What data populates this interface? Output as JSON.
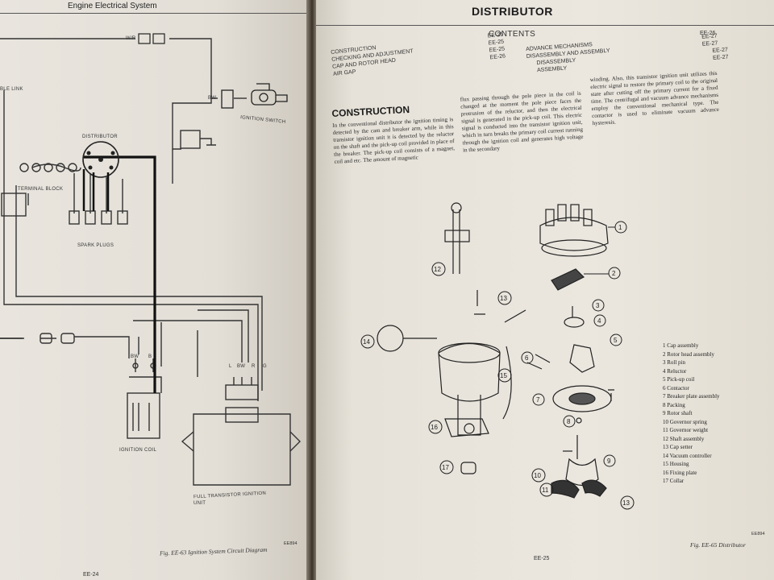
{
  "left_page": {
    "header": "Engine Electrical System",
    "labels": {
      "fusible_link": "BLE LINK",
      "wire_top": "W/R",
      "wire_bw": "BW",
      "distributor": "DISTRIBUTOR",
      "ignition_switch": "IGNITION SWITCH",
      "terminal_block": "TERMINAL BLOCK",
      "spark_plugs": "SPARK PLUGS",
      "ignition_coil": "IGNITION COIL",
      "transistor_unit_line1": "FULL TRANSISTOR IGNITION",
      "transistor_unit_line2": "UNIT",
      "conn_bw": "BW",
      "conn_b": "B",
      "term_l": "L",
      "term_bw": "BW",
      "term_r": "R",
      "term_g": "G"
    },
    "code": "EE894",
    "caption": "Fig. EE-63 Ignition System Circuit Diagram",
    "page_number": "EE-24"
  },
  "right_page": {
    "title": "DISTRIBUTOR",
    "contents_heading": "CONTENTS",
    "contents_page_top": "EE-26",
    "contents_left": [
      {
        "label": "CONSTRUCTION",
        "page": "EE-25"
      },
      {
        "label": "CHECKING AND ADJUSTMENT",
        "page": "EE-25"
      },
      {
        "label": "CAP AND ROTOR HEAD",
        "page": "EE-25"
      },
      {
        "label": "AIR GAP",
        "page": "EE-26"
      }
    ],
    "contents_right": [
      {
        "label": "ADVANCE MECHANISMS",
        "page": "EE-27"
      },
      {
        "label": "DISASSEMBLY AND ASSEMBLY",
        "page": "EE-27"
      },
      {
        "label": "DISASSEMBLY",
        "page": "EE-27"
      },
      {
        "label": "ASSEMBLY",
        "page": "EE-27"
      }
    ],
    "section_heading": "CONSTRUCTION",
    "col1": "In the conventional distributor the ignition timing is detected by the cam and breaker arm, while in this transistor ignition unit it is detected by the reluctor on the shaft and the pick-up coil provided in place of the breaker. The pick-up coil consists of a magnet, coil and etc. The amount of magnetic",
    "col2": "flux passing through the pole piece in the coil is changed at the moment the pole piece faces the protrusion of the reluctor, and then the electrical signal is generated in the pick-up coil. This electric signal is conducted into the transistor ignition unit, which in turn breaks the primary coil current running through the ignition coil and generates high voltage in the secondary",
    "col3": "winding. Also, this transistor ignition unit utilizes this electric signal to restore the primary coil to the original state after cutting off the primary current for a fixed time. The centrifugal and vacuum advance mechanisms employ the conventional mechanical type. The contactor is used to eliminate vacuum advance hysteresis.",
    "callouts": [
      "1",
      "2",
      "3",
      "4",
      "5",
      "6",
      "7",
      "8",
      "9",
      "10",
      "11",
      "12",
      "13",
      "14",
      "15",
      "16",
      "17"
    ],
    "legend": [
      "1  Cap assembly",
      "2  Rotor head assembly",
      "3  Roll pin",
      "4  Reluctor",
      "5  Pick-up coil",
      "6  Contactor",
      "7  Breaker plate assembly",
      "8  Packing",
      "9  Rotor shaft",
      "10  Governor spring",
      "11  Governor weight",
      "12  Shaft assembly",
      "13  Cap setter",
      "14  Vacuum controller",
      "15  Housing",
      "16  Fixing plate",
      "17  Collar"
    ],
    "code": "EE894",
    "caption": "Fig. EE-65 Distributor",
    "page_number": "EE-25"
  }
}
